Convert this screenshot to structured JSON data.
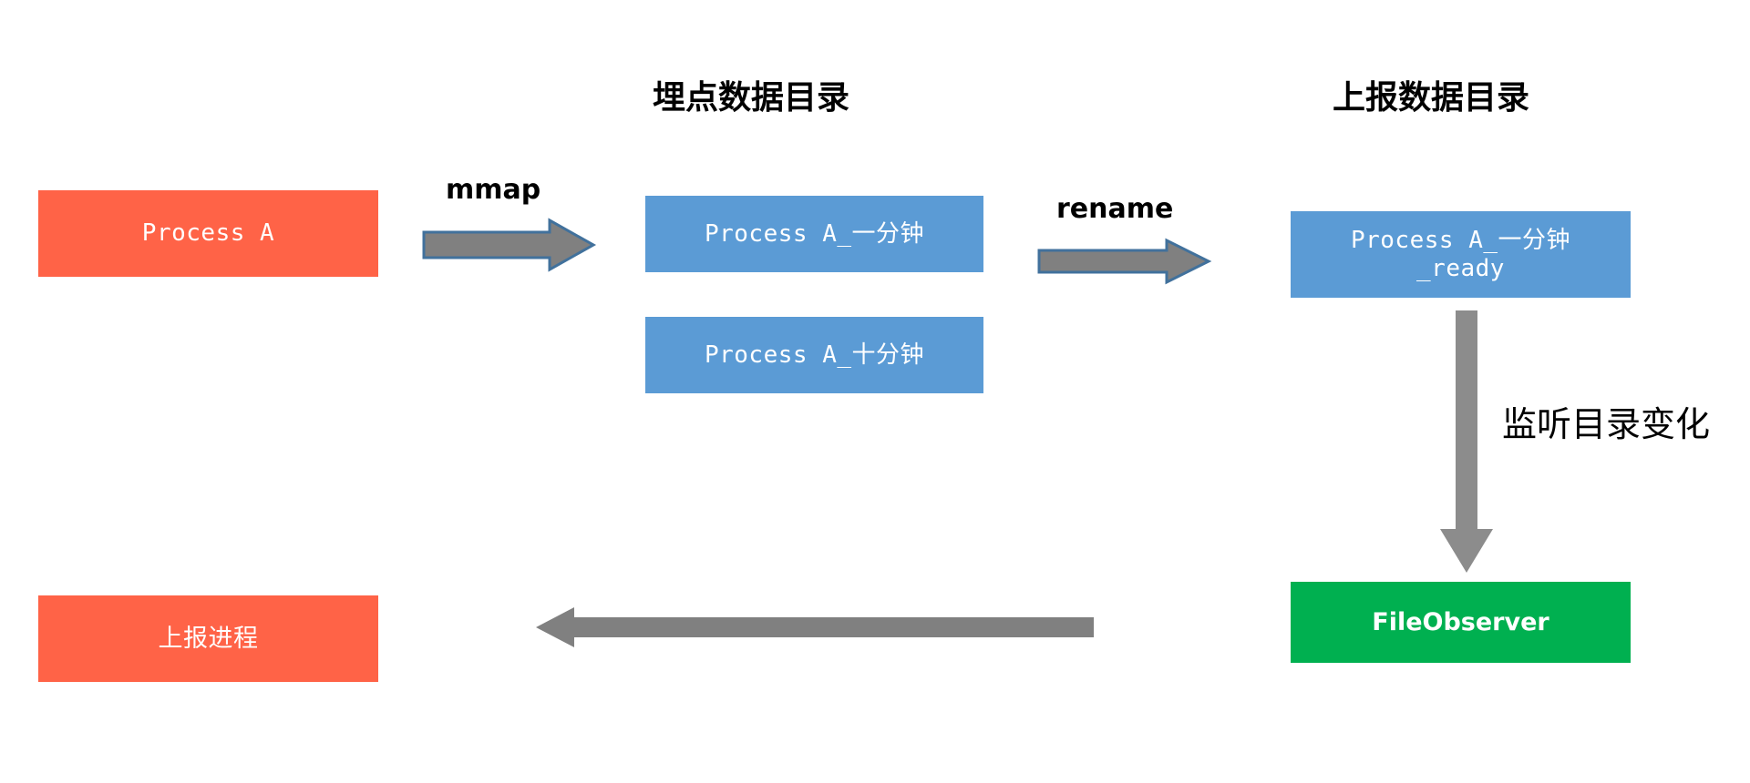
{
  "diagram": {
    "title_hidden": "",
    "background": "#ffffff",
    "colors": {
      "red_box": "#ff6347",
      "blue_box": "#5b9bd5",
      "green_box": "#00b050",
      "arrow_gray": "#808080",
      "arrow_outline_blue": "#41719c",
      "text_light": "#ffffff",
      "text_dark": "#000000"
    },
    "headings": [
      {
        "id": "buried-point-dir",
        "label": "埋点数据目录"
      },
      {
        "id": "report-dir",
        "label": "上报数据目录"
      }
    ],
    "nodes": [
      {
        "id": "process-a",
        "label": "Process A",
        "color": "#ff6347"
      },
      {
        "id": "file-one-minute",
        "label": "Process A_一分钟",
        "color": "#5b9bd5"
      },
      {
        "id": "file-ten-minute",
        "label": "Process A_十分钟",
        "color": "#5b9bd5"
      },
      {
        "id": "file-ready",
        "label_line1": "Process A_一分钟",
        "label_line2": "_ready",
        "color": "#5b9bd5"
      },
      {
        "id": "file-observer",
        "label": "FileObserver",
        "color": "#00b050"
      },
      {
        "id": "report-process",
        "label": "上报进程",
        "color": "#ff6347"
      }
    ],
    "edges": [
      {
        "id": "mmap-edge",
        "label": "mmap",
        "from": "process-a",
        "to": "file-one-minute",
        "direction": "right"
      },
      {
        "id": "rename-edge",
        "label": "rename",
        "from": "file-one-minute",
        "to": "file-ready",
        "direction": "right"
      },
      {
        "id": "watch-edge",
        "label": "监听目录变化",
        "from": "file-ready",
        "to": "file-observer",
        "direction": "down"
      },
      {
        "id": "notify-edge",
        "label": "",
        "from": "file-observer",
        "to": "report-process",
        "direction": "left"
      }
    ]
  }
}
